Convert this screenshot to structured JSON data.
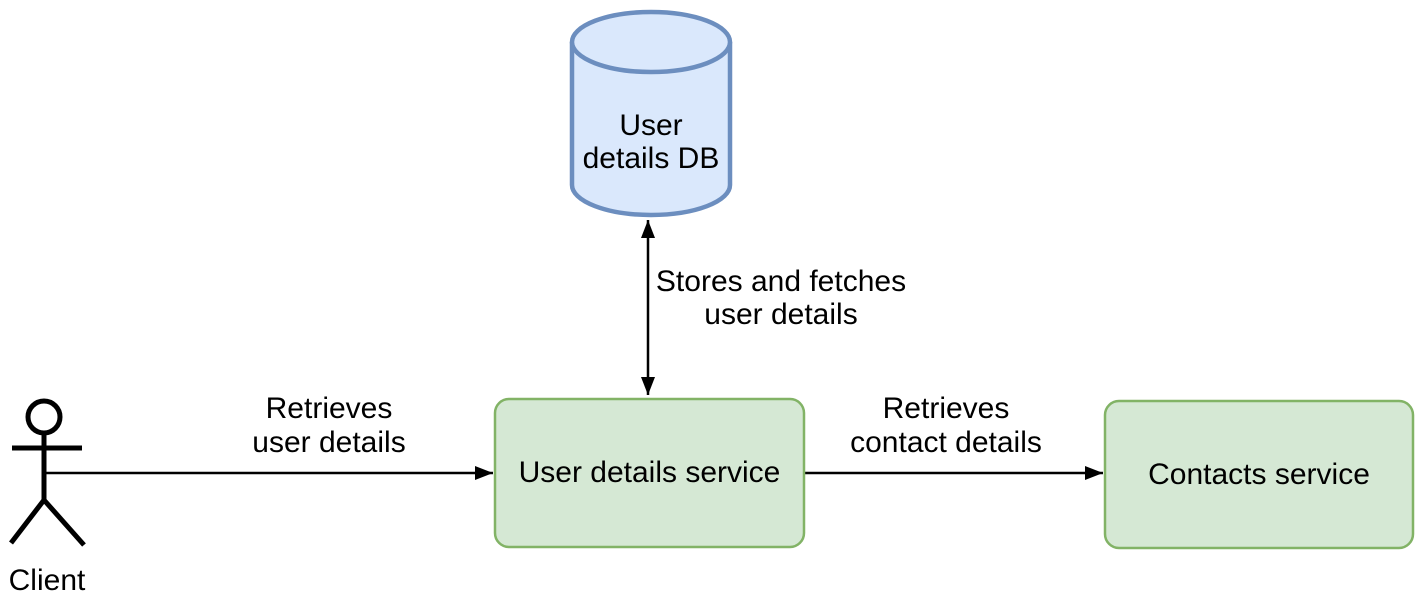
{
  "diagram": {
    "background_color": "#ffffff",
    "text_color": "#000000",
    "edge_color": "#000000",
    "nodes": {
      "client": {
        "type": "actor",
        "label": "Client",
        "stroke": "#000000"
      },
      "user_details_db": {
        "type": "database-cylinder",
        "label_line1": "User",
        "label_line2": "details DB",
        "fill": "#dae8fc",
        "stroke": "#6c8ebf"
      },
      "user_details_service": {
        "type": "rounded-rectangle",
        "label": "User details service",
        "fill": "#d5e8d4",
        "stroke": "#82b366"
      },
      "contacts_service": {
        "type": "rounded-rectangle",
        "label": "Contacts service",
        "fill": "#d5e8d4",
        "stroke": "#82b366"
      }
    },
    "edges": {
      "client_to_user_details_service": {
        "direction": "right",
        "label_line1": "Retrieves",
        "label_line2": "user details"
      },
      "user_details_service_to_contacts_service": {
        "direction": "right",
        "label_line1": "Retrieves",
        "label_line2": "contact details"
      },
      "user_details_service_to_db": {
        "direction": "both",
        "label_line1": "Stores and fetches",
        "label_line2": "user details"
      }
    }
  }
}
